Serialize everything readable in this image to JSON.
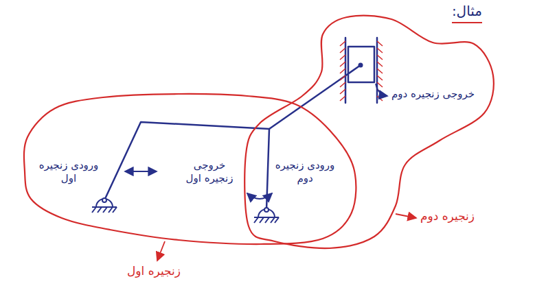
{
  "diagram": {
    "nodes": [
      {
        "text": [
          "زنجیره اول"
        ]
      },
      {
        "text": [
          "زنجیره دوم"
        ]
      }
    ],
    "labels": [
      "مثال:",
      "خروجی زنجیره دوم",
      "ورودی زنجیره اول",
      "خروجی زنجیره اول",
      "ورودی زنجیره دوم"
    ]
  }
}
